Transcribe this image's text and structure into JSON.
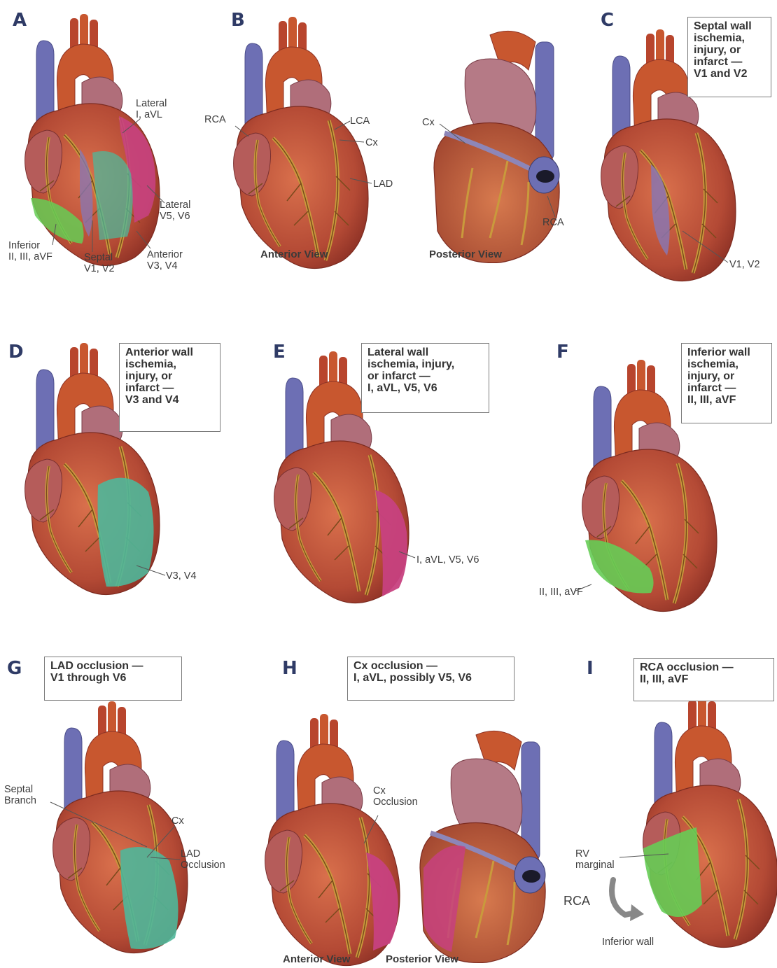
{
  "panels": {
    "a": {
      "label": "A",
      "labels": {
        "lateral_top": [
          "Lateral",
          "I, aVL"
        ],
        "lateral_right": [
          "Lateral",
          "V5, V6"
        ],
        "inferior": [
          "Inferior",
          "II, III, aVF"
        ],
        "septal": [
          "Septal",
          "V1, V2"
        ],
        "anterior": [
          "Anterior",
          "V3, V4"
        ]
      }
    },
    "b": {
      "label": "B",
      "labels": {
        "rca": "RCA",
        "lca": "LCA",
        "cx": "Cx",
        "lad": "LAD",
        "cx_post": "Cx",
        "rca_post": "RCA"
      },
      "captions": {
        "anterior": "Anterior View",
        "posterior": "Posterior View"
      }
    },
    "c": {
      "label": "C",
      "callout": [
        "Septal wall",
        "ischemia,",
        "injury, or",
        "infarct —",
        "V1 and V2"
      ],
      "leads": "V1, V2"
    },
    "d": {
      "label": "D",
      "callout": [
        "Anterior wall",
        "ischemia,",
        "injury, or",
        "infarct —",
        "V3 and V4"
      ],
      "leads": "V3, V4"
    },
    "e": {
      "label": "E",
      "callout": [
        "Lateral wall",
        "ischemia, injury,",
        "or infarct —",
        "I, aVL, V5, V6"
      ],
      "leads": "I, aVL, V5, V6"
    },
    "f": {
      "label": "F",
      "callout": [
        "Inferior wall",
        "ischemia,",
        "injury, or",
        "infarct —",
        "II, III, aVF"
      ],
      "leads": "II, III, aVF"
    },
    "g": {
      "label": "G",
      "callout": [
        "LAD occlusion —",
        "V1 through V6"
      ],
      "labels": {
        "septal": [
          "Septal",
          "Branch"
        ],
        "cx": "Cx",
        "lad": [
          "LAD",
          "Occlusion"
        ]
      }
    },
    "h": {
      "label": "H",
      "callout": [
        "Cx occlusion —",
        "I, aVL, possibly V5, V6"
      ],
      "labels": {
        "cx": [
          "Cx",
          "Occlusion"
        ]
      }
    },
    "i": {
      "label": "I",
      "callout": [
        "RCA occlusion —",
        "II, III, aVF"
      ],
      "labels": {
        "rv": [
          "RV",
          "marginal"
        ],
        "rca": "RCA",
        "inferior": "Inferior wall"
      }
    },
    "bottom_captions": {
      "anterior": "Anterior View",
      "posterior": "Posterior View"
    }
  },
  "colors": {
    "heart": "#c4553e",
    "heart_dark": "#8e3426",
    "aorta": "#c8572f",
    "vein": "#6d6fb4",
    "atrium": "#b06e7a",
    "vessel": "#c99a3c",
    "lateral": "#c7417f",
    "anterior": "#4fb79a",
    "inferior": "#66cc55",
    "septal": "#8a76b0",
    "panel_label": "#2f3b66"
  },
  "icons": {
    "curved_arrow": "curved-arrow-icon"
  }
}
